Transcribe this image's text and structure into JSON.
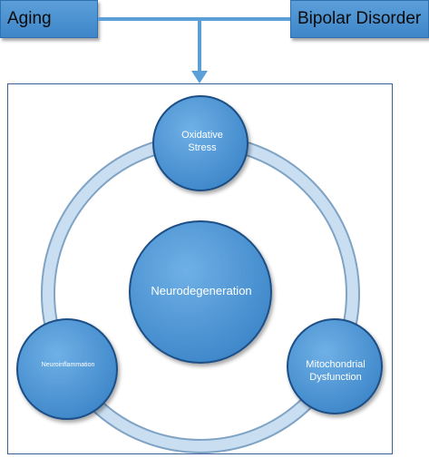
{
  "boxes": {
    "aging": "Aging",
    "bipolar": "Bipolar Disorder"
  },
  "nodes": {
    "oxidative": "Oxidative\nStress",
    "center": "Neurodegeneration",
    "inflammation": "Neuroinflammation",
    "mitochondrial": "Mitochondrial\nDysfunction"
  },
  "colors": {
    "node_fill": "#4a94d6",
    "node_stroke": "#1f4f86",
    "ring": "#bcd6ee",
    "box_fill": "#4a94d6",
    "connector": "#5b9fd9"
  }
}
